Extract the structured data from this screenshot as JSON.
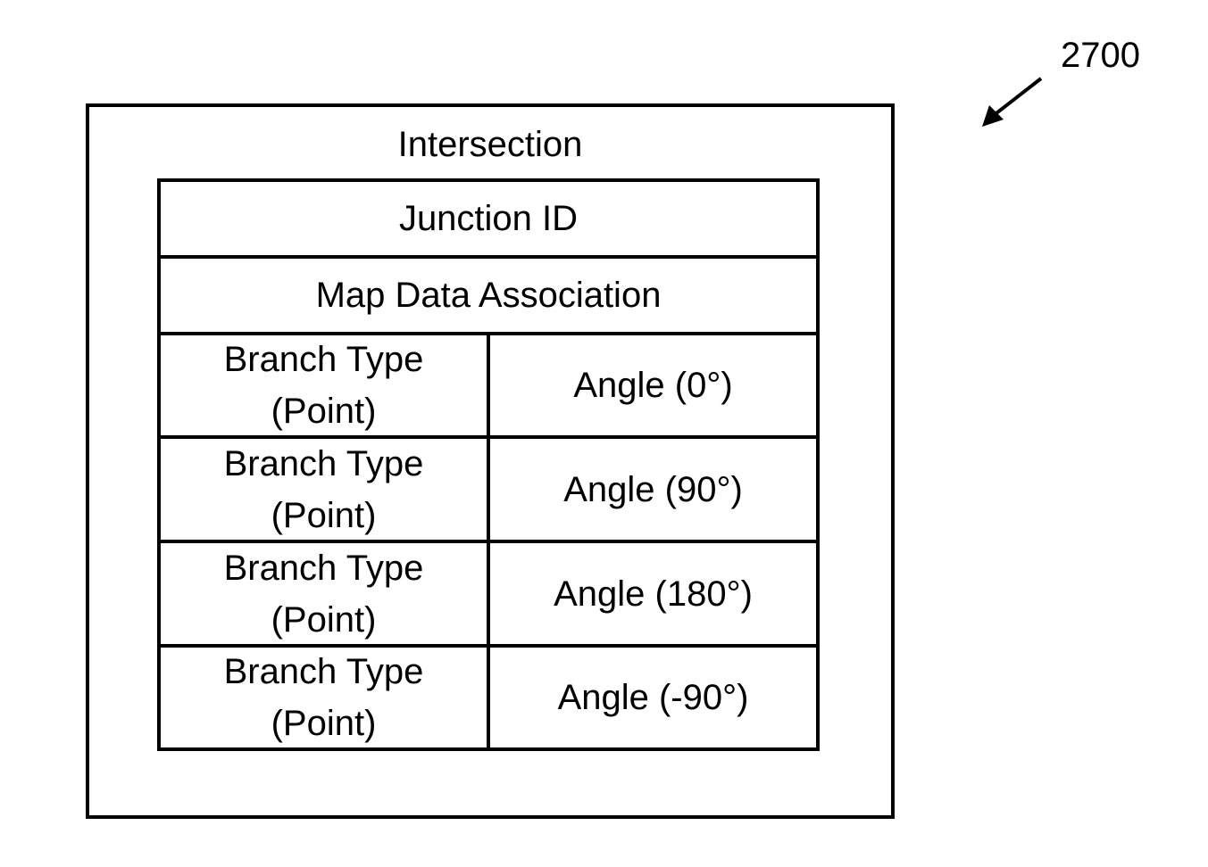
{
  "reference_number": "2700",
  "intersection": {
    "title": "Intersection",
    "junction_id": "Junction ID",
    "map_data_association": "Map Data Association",
    "branches": [
      {
        "type_line1": "Branch Type",
        "type_line2": "(Point)",
        "angle": "Angle (0°)"
      },
      {
        "type_line1": "Branch Type",
        "type_line2": "(Point)",
        "angle": "Angle (90°)"
      },
      {
        "type_line1": "Branch Type",
        "type_line2": "(Point)",
        "angle": "Angle (180°)"
      },
      {
        "type_line1": "Branch Type",
        "type_line2": "(Point)",
        "angle": "Angle (-90°)"
      }
    ]
  }
}
